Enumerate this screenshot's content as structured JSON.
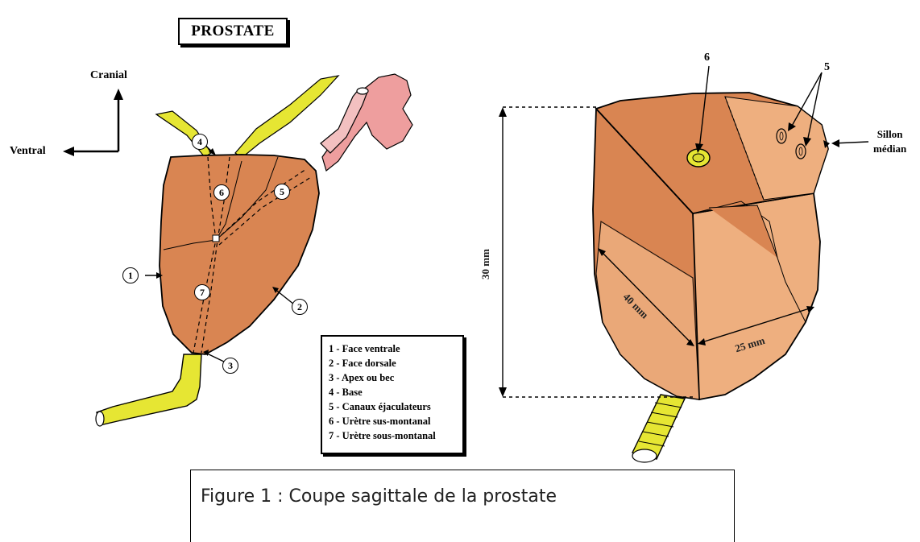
{
  "title": "PROSTATE",
  "orientation": {
    "cranial": "Cranial",
    "ventral": "Ventral"
  },
  "markers_left": [
    "1",
    "2",
    "3",
    "4",
    "5",
    "6",
    "7"
  ],
  "markers_right": [
    "6",
    "5"
  ],
  "legend": [
    "1 - Face ventrale",
    "2 - Face dorsale",
    "3 - Apex ou bec",
    "4 - Base",
    "5 - Canaux éjaculateurs",
    "6 - Urètre sus-montanal",
    "7 - Urètre sous-montanal"
  ],
  "dimensions": {
    "height": "30 mm",
    "depth": "40 mm",
    "width": "25 mm"
  },
  "sillon": {
    "line1": "Sillon",
    "line2": "médian"
  },
  "caption": "Figure 1 : Coupe sagittale de la prostate",
  "colors": {
    "gland": "#d98552",
    "gland_light": "#eeaf7f",
    "urethra": "#e6e633",
    "vesicle": "#ee9e9e"
  }
}
